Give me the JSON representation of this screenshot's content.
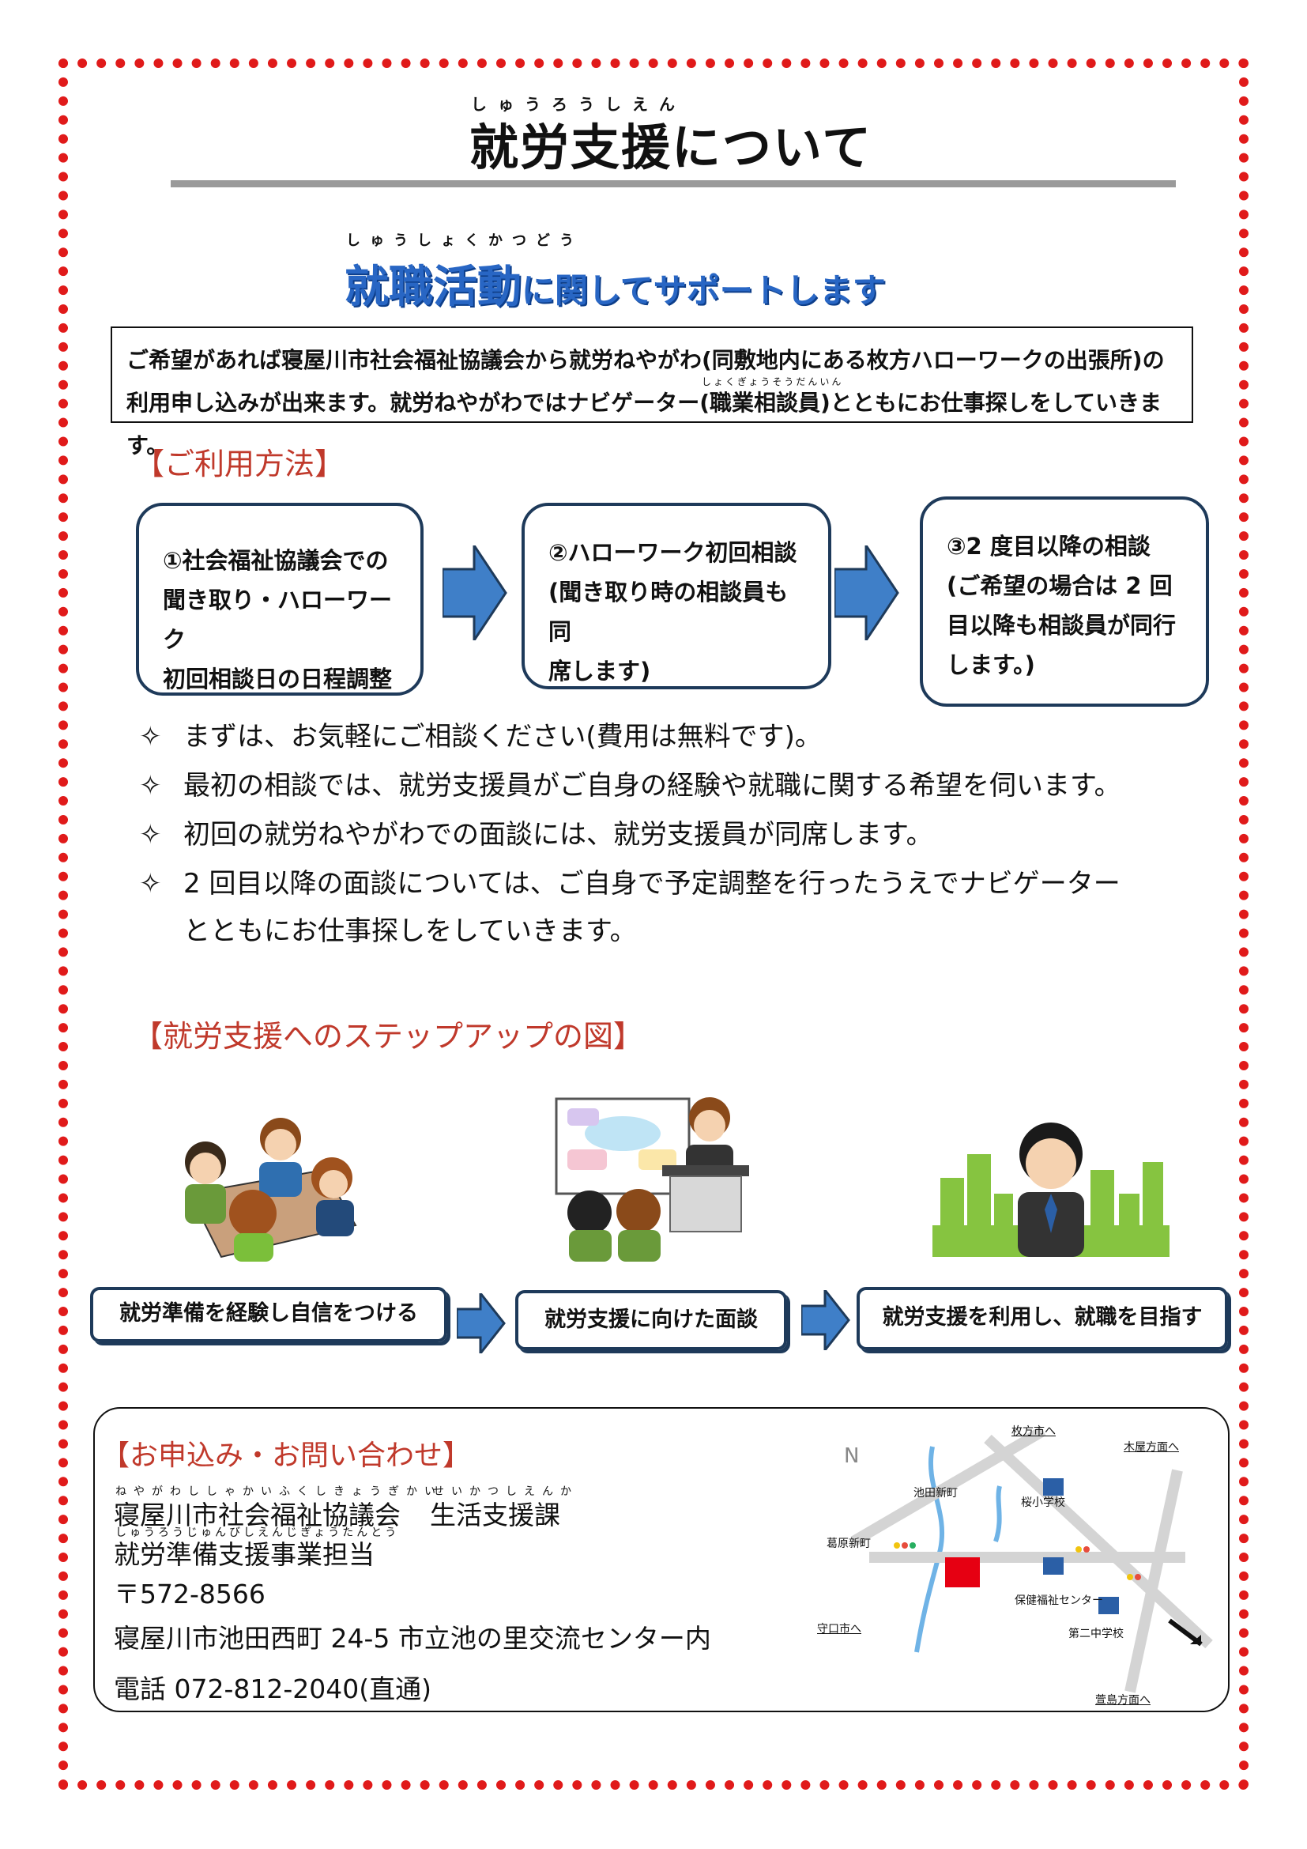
{
  "header": {
    "title_ruby": "しゅうろうしえん",
    "title_main": "就労支援",
    "title_rest": "について"
  },
  "subtitle": {
    "ruby": "しゅうしょくかつどう",
    "main": "就職活動",
    "rest": "に関してサポートします"
  },
  "intro": {
    "line1": "ご希望があれば寝屋川市社会福祉協議会から就労ねやがわ(同敷地内にある枚方ハローワークの出張所)の",
    "line2": "利用申し込みが出来ます。就労ねやがわではナビゲーター(職業相談員)とともにお仕事探しをしていきます。",
    "ruby_shokugyo": "しょくぎょうそうだんいん"
  },
  "usage": {
    "heading": "【ご利用方法】",
    "steps": [
      {
        "lines": [
          "①社会福祉協議会での",
          "聞き取り・ハローワーク",
          "初回相談日の日程調整"
        ]
      },
      {
        "lines": [
          "②ハローワーク初回相談",
          "(聞き取り時の相談員も同",
          "席します)"
        ]
      },
      {
        "lines": [
          "③2 度目以降の相談",
          "(ご希望の場合は 2 回",
          "目以降も相談員が同行",
          "します。)"
        ]
      }
    ]
  },
  "bullets": {
    "mark": "✧",
    "items": [
      "まずは、お気軽にご相談ください(費用は無料です)。",
      "最初の相談では、就労支援員がご自身の経験や就職に関する希望を伺います。",
      "初回の就労ねやがわでの面談には、就労支援員が同席します。",
      "2 回目以降の面談については、ご自身で予定調整を行ったうえでナビゲーター"
    ],
    "continuation": "とともにお仕事探しをしていきます。"
  },
  "stepup": {
    "heading": "【就労支援へのステップアップの図】",
    "labels": [
      "就労準備を経験し自信をつける",
      "就労支援に向けた面談",
      "就労支援を利用し、就職を目指す"
    ]
  },
  "contact": {
    "heading": "【お申込み・お問い合わせ】",
    "org_ruby": "ねやがわししゃかいふくしきょうぎかい",
    "org": "寝屋川市社会福祉協議会",
    "dept_ruby": "せいかつしえんか",
    "dept": "生活支援課",
    "section_ruby": "しゅうろうじゅんびしえんじぎょうたんとう",
    "section": "就労準備支援事業担当",
    "postal": "〒572-8566",
    "address": "寝屋川市池田西町 24-5 市立池の里交流センター内",
    "phone": "電話 072-812-2040(直通)"
  },
  "map": {
    "labels": {
      "hirakata": "枚方市へ",
      "kiya": "木屋方面へ",
      "ikeda": "池田新町",
      "sakura": "桜小学校",
      "kadohara": "葛原新町",
      "hoken": "保健福祉センター",
      "moriguchi": "守口市へ",
      "daini": "第二中学校",
      "kayashima": "萱島方面へ"
    },
    "road_color": "#d4d4d4",
    "river_color": "#6fb3e6",
    "target_color": "#e60012"
  },
  "colors": {
    "border_dots": "#e01a1a",
    "accent_blue": "#2866c4",
    "heading_red": "#c0392b",
    "arrow_blue": "#3f7fc8",
    "building_green": "#86c440"
  }
}
